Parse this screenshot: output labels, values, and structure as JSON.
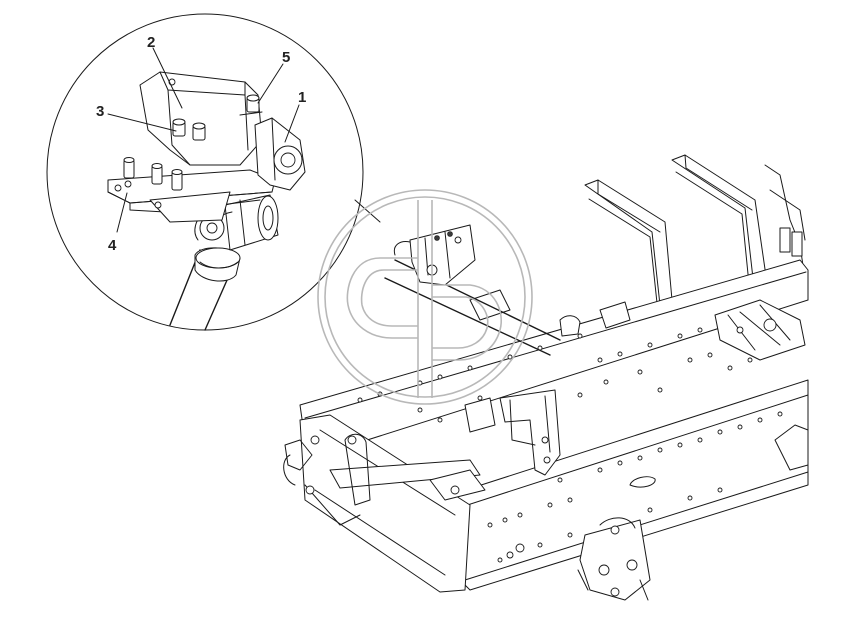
{
  "callouts": [
    {
      "id": "c1",
      "label": "1"
    },
    {
      "id": "c2",
      "label": "2"
    },
    {
      "id": "c3",
      "label": "3"
    },
    {
      "id": "c4",
      "label": "4"
    },
    {
      "id": "c5",
      "label": "5"
    }
  ],
  "colors": {
    "line": "#1a1a1a",
    "background": "#ffffff",
    "watermark": "#b8b8b8"
  },
  "icons": {
    "watermark": "watermark-logo-icon"
  }
}
